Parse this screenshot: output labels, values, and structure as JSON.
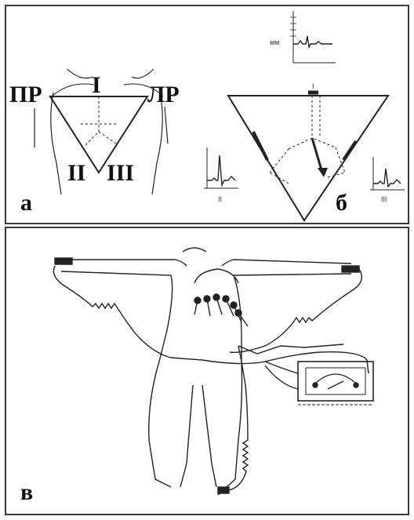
{
  "panel_a": {
    "label": "а",
    "lead_right_arm": "ПР",
    "lead_left_arm": "ЛР",
    "lead_I": "I",
    "lead_II": "II",
    "lead_III": "III"
  },
  "panel_b": {
    "label": "б",
    "trace_I_label": "I",
    "trace_II_label": "II",
    "trace_III_label": "III",
    "scale_label": "мм"
  },
  "panel_c": {
    "label": "в"
  },
  "colors": {
    "ink": "#1a1a1a",
    "border": "#3a3a3a",
    "background": "#ffffff"
  }
}
